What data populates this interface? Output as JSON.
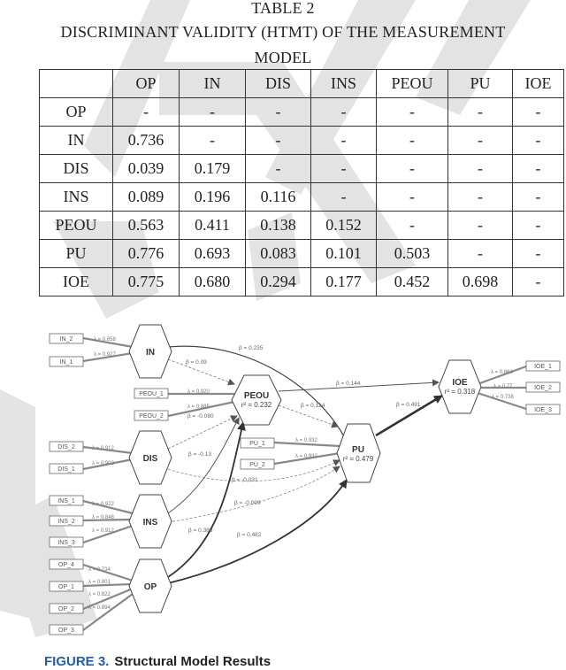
{
  "table": {
    "label": "TABLE 2",
    "title_line1": "DISCRIMINANT VALIDITY (HTMT) OF THE MEASUREMENT",
    "title_line2": "MODEL",
    "header": [
      "",
      "OP",
      "IN",
      "DIS",
      "INS",
      "PEOU",
      "PU",
      "IOE"
    ],
    "rows": [
      [
        "OP",
        "-",
        "-",
        "-",
        "-",
        "-",
        "-",
        "-"
      ],
      [
        "IN",
        "0.736",
        "-",
        "-",
        "-",
        "-",
        "-",
        "-"
      ],
      [
        "DIS",
        "0.039",
        "0.179",
        "-",
        "-",
        "-",
        "-",
        "-"
      ],
      [
        "INS",
        "0.089",
        "0.196",
        "0.116",
        "-",
        "-",
        "-",
        "-"
      ],
      [
        "PEOU",
        "0.563",
        "0.411",
        "0.138",
        "0.152",
        "-",
        "-",
        "-"
      ],
      [
        "PU",
        "0.776",
        "0.693",
        "0.083",
        "0.101",
        "0.503",
        "-",
        "-"
      ],
      [
        "IOE",
        "0.775",
        "0.680",
        "0.294",
        "0.177",
        "0.452",
        "0.698",
        "-"
      ]
    ]
  },
  "figure": {
    "caption_number": "FIGURE 3.",
    "caption_text": "Structural Model Results",
    "constructs": {
      "IN": {
        "label": "IN"
      },
      "DIS": {
        "label": "DIS"
      },
      "INS": {
        "label": "INS"
      },
      "OP": {
        "label": "OP"
      },
      "PEOU": {
        "label": "PEOU",
        "r2": "r² = 0.232"
      },
      "PU": {
        "label": "PU",
        "r2": "r² = 0.479"
      },
      "IOE": {
        "label": "IOE",
        "r2": "r² = 0.318"
      }
    },
    "indicators": {
      "IN_2": {
        "label": "IN_2",
        "loading": "λ = 0.858"
      },
      "IN_1": {
        "label": "IN_1",
        "loading": "λ = 0.927"
      },
      "PEOU_1": {
        "label": "PEOU_1",
        "loading": "λ = 0.920"
      },
      "PEOU_2": {
        "label": "PEOU_2",
        "loading": "λ = 0.885"
      },
      "DIS_2": {
        "label": "DIS_2",
        "loading": "λ = 0.912"
      },
      "DIS_1": {
        "label": "DIS_1",
        "loading": "λ = 0.903"
      },
      "INS_1": {
        "label": "INS_1",
        "loading": "λ = 0.922"
      },
      "INS_2": {
        "label": "INS_2",
        "loading": "λ = 0.848"
      },
      "INS_3": {
        "label": "INS_3",
        "loading": "λ = 0.912"
      },
      "OP_4": {
        "label": "OP_4",
        "loading": "λ = 0.734"
      },
      "OP_1": {
        "label": "OP_1",
        "loading": "λ = 0.801"
      },
      "OP_2": {
        "label": "OP_2",
        "loading": "λ = 0.822"
      },
      "OP_3": {
        "label": "OP_3",
        "loading": "λ = 0.894"
      },
      "PU_1": {
        "label": "PU_1",
        "loading": "λ = 0.932"
      },
      "PU_2": {
        "label": "PU_2",
        "loading": "λ = 0.932"
      },
      "IOE_1": {
        "label": "IOE_1",
        "loading": "λ = 0.864"
      },
      "IOE_2": {
        "label": "IOE_2",
        "loading": "λ = 0.77"
      },
      "IOE_3": {
        "label": "IOE_3",
        "loading": "λ = 0.738"
      }
    },
    "paths": {
      "IN_IOE": "β = 0.235",
      "IN_PEOU": "β = 0.09",
      "PEOU_IOE": "β = 0.144",
      "PEOU_PU": "β = 0.124",
      "PEOU_extra": "β = -0.080",
      "DIS_PEOU": "β = -0.13",
      "DIS_PU": "β = -0.031",
      "INS_PEOU": "β = 0.388",
      "INS_PU": "β = -0.009",
      "OP_PU": "β = 0.482",
      "PU_IOE": "β = 0.491"
    }
  }
}
